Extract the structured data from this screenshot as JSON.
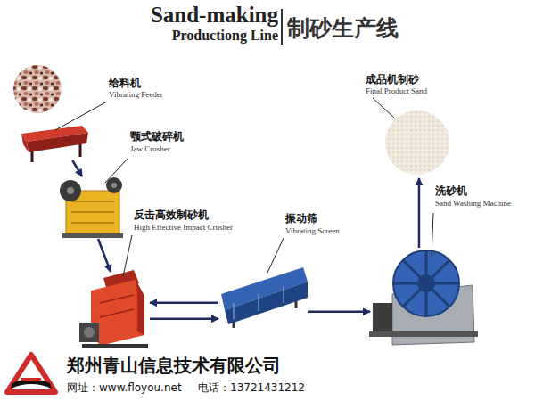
{
  "diagram": {
    "title": "Sand-making Productiong Line",
    "nodes": [
      {
        "text": [
          "给料机",
          "Vibrating Feeder"
        ]
      },
      {
        "text": [
          "颚式破碎机",
          "Jaw Crusher"
        ]
      },
      {
        "text": [
          "反击高效制砂机",
          "High Effective Impact Crusher"
        ]
      },
      {
        "text": [
          "振动筛",
          "Vibrating Screen"
        ]
      },
      {
        "text": [
          "洗砂机",
          "Sand Washing Machine"
        ]
      },
      {
        "text": [
          "成品机制砂",
          "Final Product Sand"
        ]
      }
    ],
    "edges": [
      {
        "from": 0,
        "to": 1,
        "arrow": "to"
      },
      {
        "from": 1,
        "to": 2,
        "arrow": "to"
      },
      {
        "from": 2,
        "to": 3,
        "arrow": "to"
      },
      {
        "from": 3,
        "to": 2,
        "arrow": "to"
      },
      {
        "from": 3,
        "to": 4,
        "arrow": "to"
      },
      {
        "from": 4,
        "to": 5,
        "arrow": "to"
      }
    ],
    "labels": [
      "制砂生产线",
      "郑州青山信息技术有限公司",
      "网址：www.floyou.net",
      "电话：13721431212"
    ]
  }
}
